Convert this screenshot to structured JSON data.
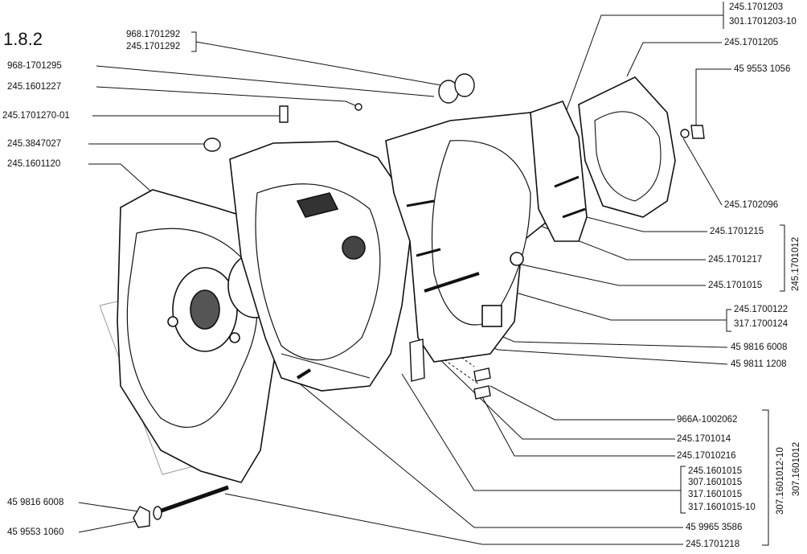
{
  "section_number": "1.8.2",
  "parts": {
    "p968_1701292": "968.1701292",
    "p245_1701292": "245.1701292",
    "p968_1701295": "968-1701295",
    "p245_1601227": "245.1601227",
    "p245_1701270_01": "245.1701270-01",
    "p245_3847027": "245.3847027",
    "p245_1601120": "245.1601120",
    "p45_9816_6008_left": "45 9816 6008",
    "p45_9553_1060": "45 9553 1060",
    "p245_1701203": "245.1701203",
    "p301_1701203_10": "301.1701203-10",
    "p245_1701205": "245.1701205",
    "p45_9553_1056": "45 9553 1056",
    "p245_1702096": "245.1702096",
    "p245_1701215": "245.1701215",
    "p245_1701217": "245.1701217",
    "p245_1701015": "245.1701015",
    "p245_1701012_group": "245.1701012",
    "p245_1700122": "245.1700122",
    "p317_1700124": "317.1700124",
    "p45_9816_6008_right": "45 9816 6008",
    "p45_9811_1208": "45 9811 1208",
    "p966A_1002062": "966A-1002062",
    "p245_1701014": "245.1701014",
    "p245_17010216": "245.17010216",
    "p245_1601015": "245.1601015",
    "p307_1601015": "307.1601015",
    "p317_1601015": "317.1601015",
    "p317_1601015_10": "317.1601015-10",
    "p307_1601012_10": "307.1601012-10",
    "p307_1601012": "307.1601012",
    "p45_9965_3586": "45 9965 3586",
    "p245_1701218": "245.1701218"
  }
}
